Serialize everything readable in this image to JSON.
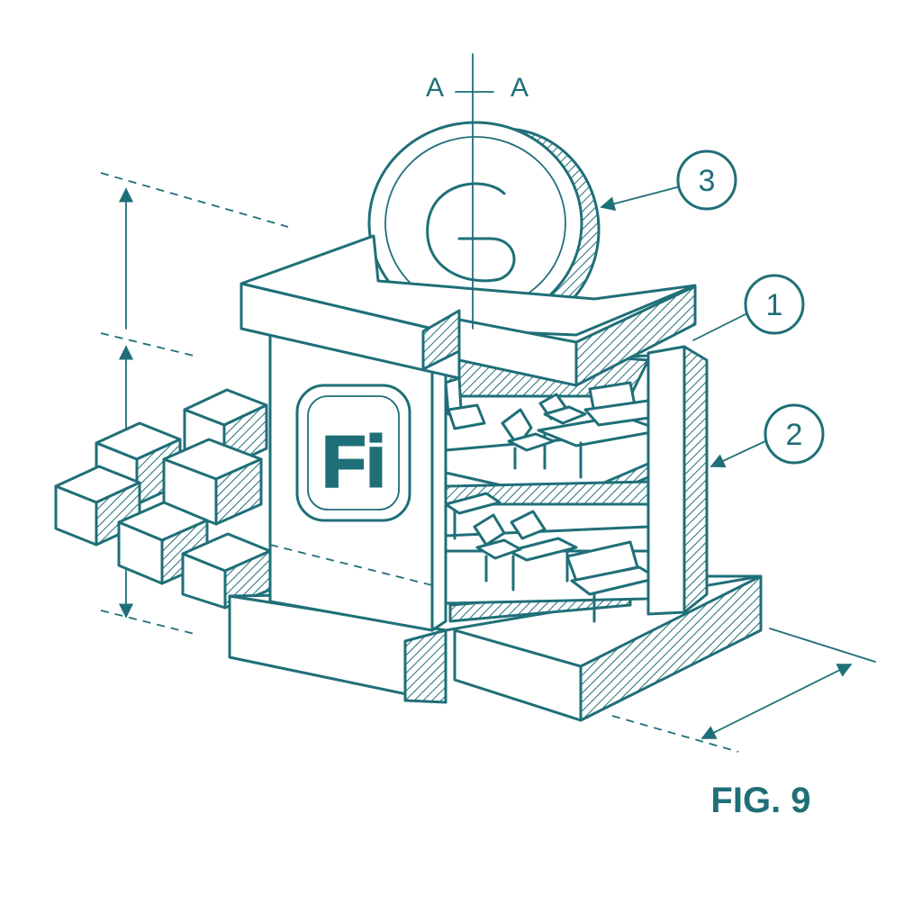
{
  "figure": {
    "caption": "FIG. 9",
    "section_marks": [
      "A",
      "A"
    ],
    "callouts": [
      {
        "id": "callout-1",
        "label": "1"
      },
      {
        "id": "callout-2",
        "label": "2"
      },
      {
        "id": "callout-3",
        "label": "3"
      }
    ],
    "sign_text": "Fi",
    "colors": {
      "ink": "#1f6f78",
      "paper": "#ffffff"
    }
  }
}
